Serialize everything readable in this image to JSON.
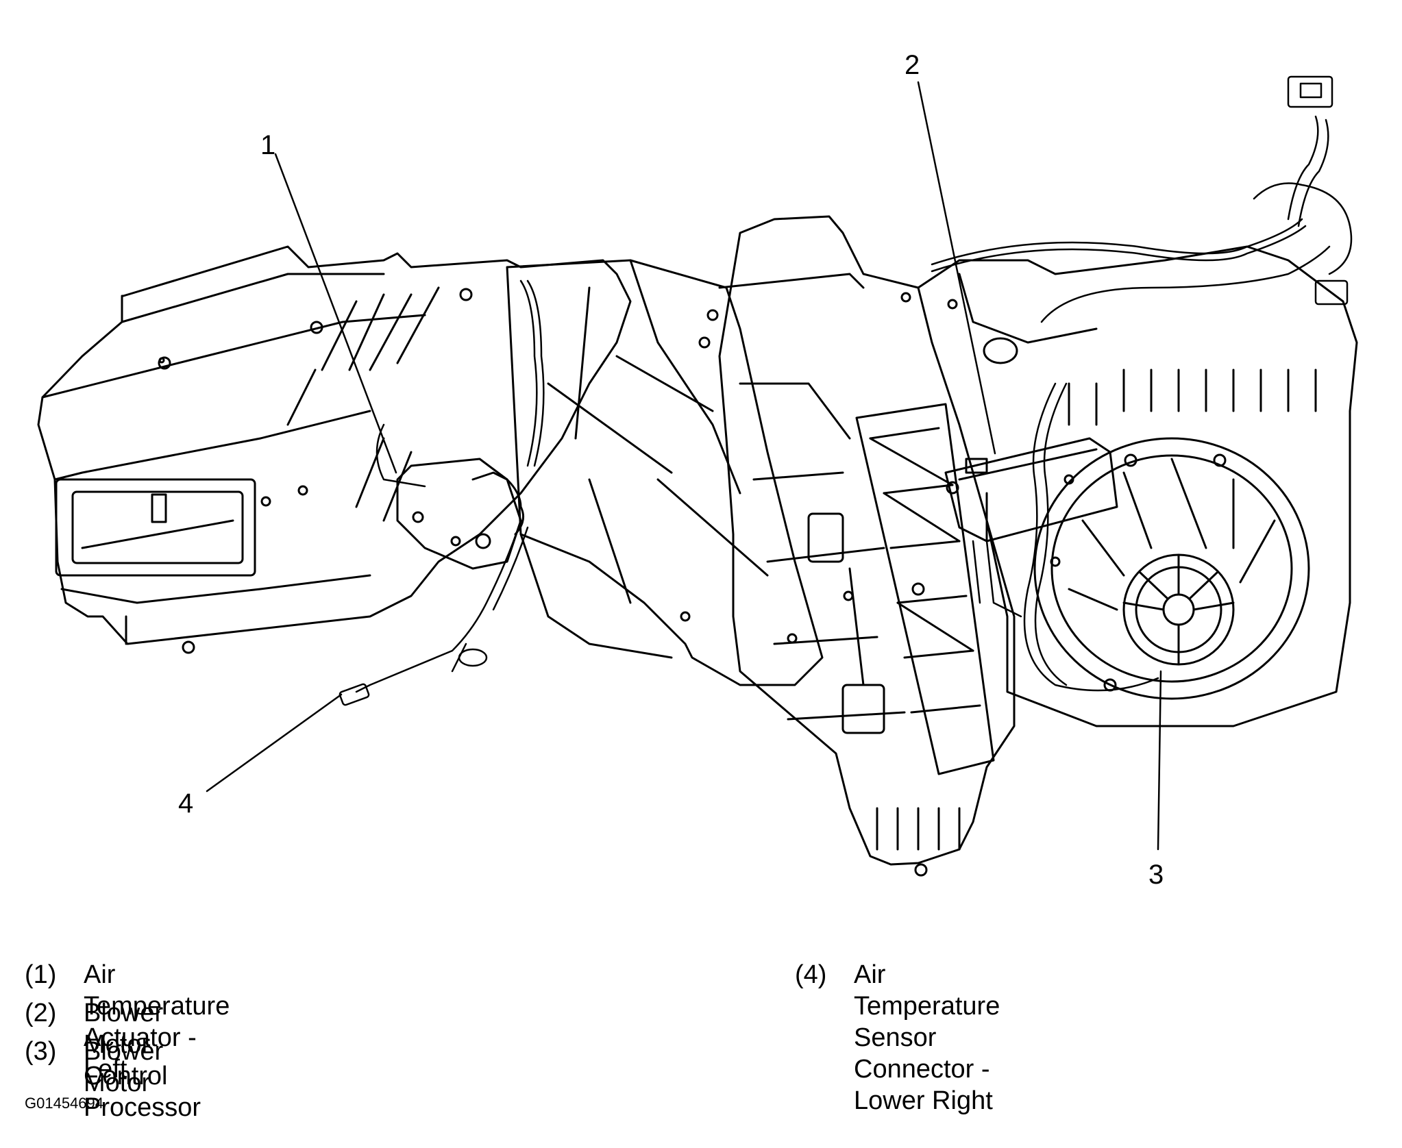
{
  "callouts": [
    {
      "number": "1"
    },
    {
      "number": "2"
    },
    {
      "number": "3"
    },
    {
      "number": "4"
    }
  ],
  "legend": [
    {
      "number": "(1)",
      "text": "Air Temperature Actuator - Left"
    },
    {
      "number": "(2)",
      "text": "Blower Motor Control Processor"
    },
    {
      "number": "(3)",
      "text": "Blower Motor"
    },
    {
      "number": "(4)",
      "text": "Air Temperature Sensor Connector -\nLower Right"
    }
  ],
  "figure_id": "G01454694",
  "colors": {
    "ink": "#000000",
    "paper": "#ffffff"
  }
}
